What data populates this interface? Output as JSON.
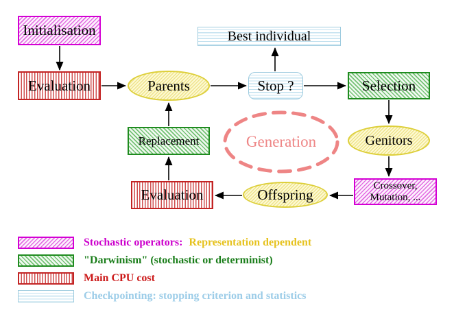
{
  "nodes": {
    "initialisation": {
      "label": "Initialisation"
    },
    "evaluation_top": {
      "label": "Evaluation"
    },
    "parents": {
      "label": "Parents"
    },
    "best_individual": {
      "label": "Best individual"
    },
    "stop": {
      "label": "Stop ?"
    },
    "selection": {
      "label": "Selection"
    },
    "replacement": {
      "label": "Replacement"
    },
    "generation": {
      "label": "Generation"
    },
    "genitors": {
      "label": "Genitors"
    },
    "evaluation_bottom": {
      "label": "Evaluation"
    },
    "offspring": {
      "label": "Offspring"
    },
    "crossover_mutation": {
      "line1": "Crossover,",
      "line2": "Mutation, ..."
    }
  },
  "legend": {
    "items": [
      {
        "swatch": "magenta-diagonal-hatch-swatch",
        "parts": [
          {
            "text": "Stochastic operators:",
            "color": "#cc00cc"
          },
          {
            "text": "Representation dependent",
            "color": "#e6c21e"
          }
        ]
      },
      {
        "swatch": "green-diagonal-hatch-swatch",
        "parts": [
          {
            "text": "\"Darwinism\" (stochastic or determinist)",
            "color": "#1b7e1b"
          }
        ]
      },
      {
        "swatch": "red-vertical-stripe-swatch",
        "parts": [
          {
            "text": "Main CPU cost",
            "color": "#cc1a1a"
          }
        ]
      },
      {
        "swatch": "cyan-horizontal-stripe-swatch",
        "parts": [
          {
            "text": "Checkpointing: stopping criterion and statistics",
            "color": "#9dcde8"
          }
        ]
      }
    ]
  },
  "colors": {
    "magenta_border": "#d400d4",
    "green_border": "#1f8b1f",
    "red_border": "#c32424",
    "cyan_border": "#9dcbdf",
    "yellow_border": "#ddcf3a",
    "generation_coral": "#ee8585",
    "arrow_black": "#000000",
    "background": "#ffffff"
  }
}
